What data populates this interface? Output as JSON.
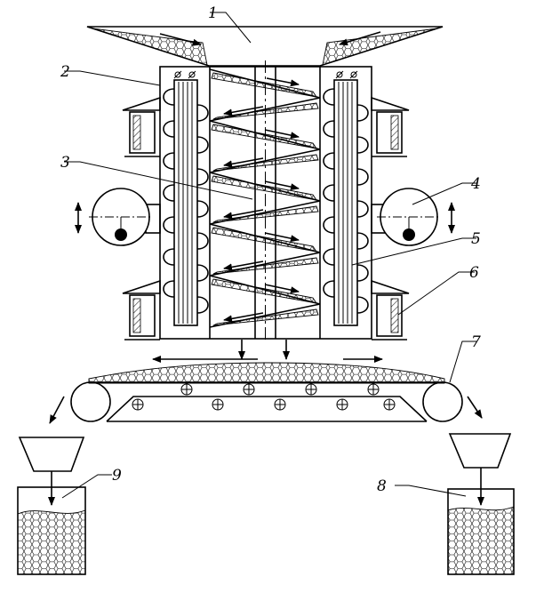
{
  "figure": {
    "callouts": [
      {
        "id": "c1",
        "text": "1"
      },
      {
        "id": "c2",
        "text": "2"
      },
      {
        "id": "c3",
        "text": "3"
      },
      {
        "id": "c4",
        "text": "4"
      },
      {
        "id": "c5",
        "text": "5"
      },
      {
        "id": "c6",
        "text": "6"
      },
      {
        "id": "c7",
        "text": "7"
      },
      {
        "id": "c8",
        "text": "8"
      },
      {
        "id": "c9",
        "text": "9"
      }
    ]
  }
}
